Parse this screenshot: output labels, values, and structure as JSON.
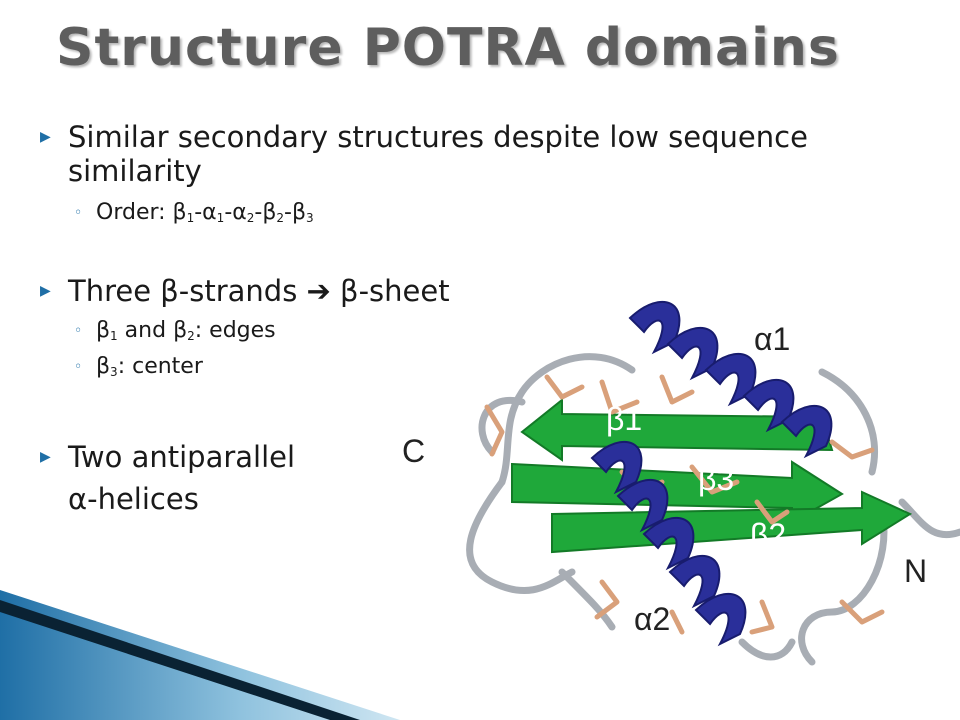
{
  "title": "Structure POTRA domains",
  "bullets": [
    {
      "text": "Similar secondary structures despite low sequence similarity",
      "sub": [
        {
          "parts": [
            {
              "t": "Order: β"
            },
            {
              "s": "1"
            },
            {
              "t": "-α"
            },
            {
              "s": "1"
            },
            {
              "t": "-α"
            },
            {
              "s": "2"
            },
            {
              "t": "-β"
            },
            {
              "s": "2"
            },
            {
              "t": "-β"
            },
            {
              "s": "3"
            }
          ]
        }
      ]
    },
    {
      "text": "Three β-strands ➔ β-sheet",
      "sub": [
        {
          "parts": [
            {
              "t": "β"
            },
            {
              "s": "1"
            },
            {
              "t": " and β"
            },
            {
              "s": "2"
            },
            {
              "t": ": edges"
            }
          ]
        },
        {
          "parts": [
            {
              "t": "β"
            },
            {
              "s": "3"
            },
            {
              "t": ": center"
            }
          ]
        }
      ]
    },
    {
      "text": "Two antiparallel",
      "continuation": "α-helices",
      "sub": []
    }
  ],
  "figure": {
    "labels": {
      "a1": "α1",
      "a2": "α2",
      "b1": "β1",
      "b2": "β2",
      "b3": "β3",
      "c": "C",
      "n": "N"
    }
  },
  "colors": {
    "title": "#5e5e5e",
    "bullet_mark": "#1f6fa6",
    "helix": "#2a2f9a",
    "sheet": "#1fa83a",
    "loop": "#a8adb4",
    "sidechain": "#d9a07a"
  }
}
